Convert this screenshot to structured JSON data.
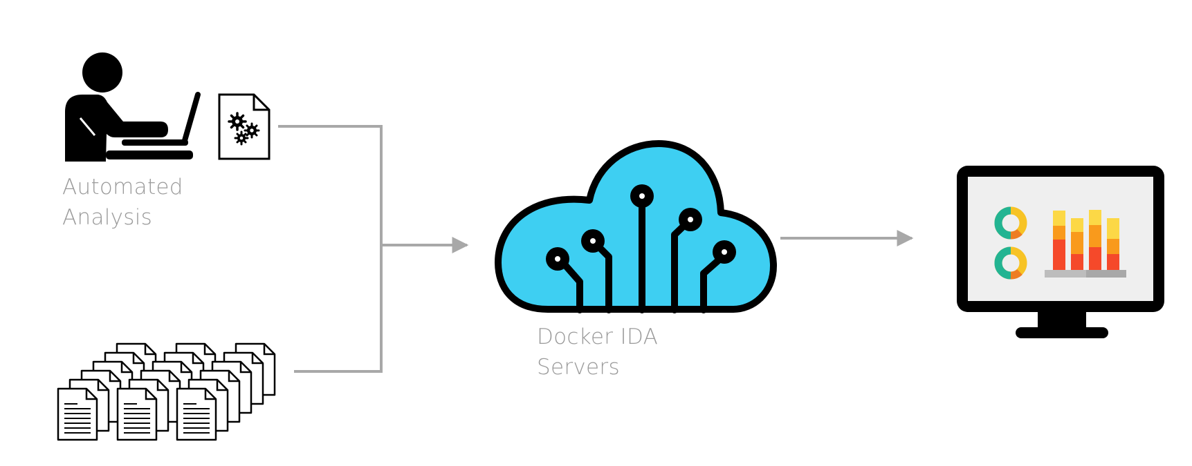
{
  "diagram": {
    "nodes": {
      "automated_analysis": {
        "label_line1": "Automated",
        "label_line2": "Analysis",
        "icons": [
          "person-at-laptop-icon",
          "gear-document-icon"
        ]
      },
      "documents": {
        "icons": [
          "document-stack-icon"
        ]
      },
      "docker_servers": {
        "label_line1": "Docker IDA",
        "label_line2": "Servers",
        "icons": [
          "circuit-cloud-icon"
        ]
      },
      "dashboard": {
        "icons": [
          "monitor-dashboard-icon"
        ]
      }
    },
    "colors": {
      "connector": "#a8a8a8",
      "label": "#9a9a9a",
      "cloud_fill": "#3ecff2",
      "icon": "#000000",
      "monitor_screen": "#efefef",
      "donut_yellow": "#f7c325",
      "donut_green": "#23b492",
      "donut_orange": "#ee7d22",
      "bar_red": "#f5492a",
      "bar_orange": "#f99a1c",
      "bar_yellow": "#fcd846",
      "bar_base": "#bdbdbd"
    }
  }
}
